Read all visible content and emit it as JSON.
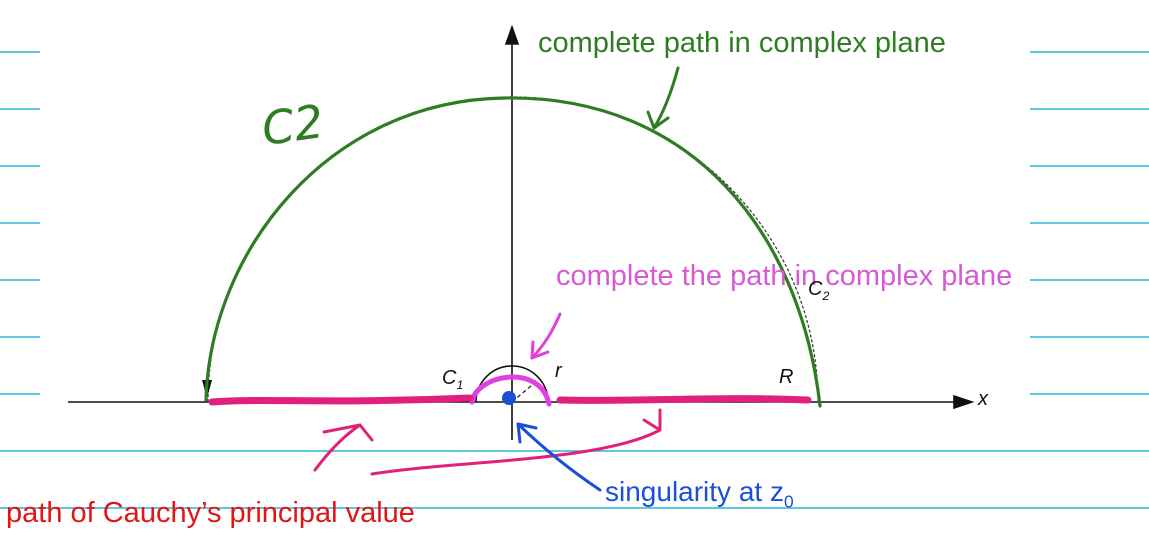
{
  "annotations": {
    "complete_path": "complete path in complex plane",
    "complete_the_path": "complete the path in complex plane",
    "singularity_text": "singularity at z",
    "singularity_sub": "0",
    "principal_value": "path of Cauchy’s principal value",
    "c2_handwritten": "C2"
  },
  "figure": {
    "c1_letter": "C",
    "c1_sub": "1",
    "c2_letter": "C",
    "c2_sub": "2",
    "r_label": "r",
    "R_label": "R",
    "x_label": "x"
  },
  "colors": {
    "green": "#2e7d22",
    "magenta": "#e0207a",
    "violet": "#e040e0",
    "blue": "#1a4fd6",
    "red": "#e01515",
    "cyan_rule": "#29b6d6"
  }
}
